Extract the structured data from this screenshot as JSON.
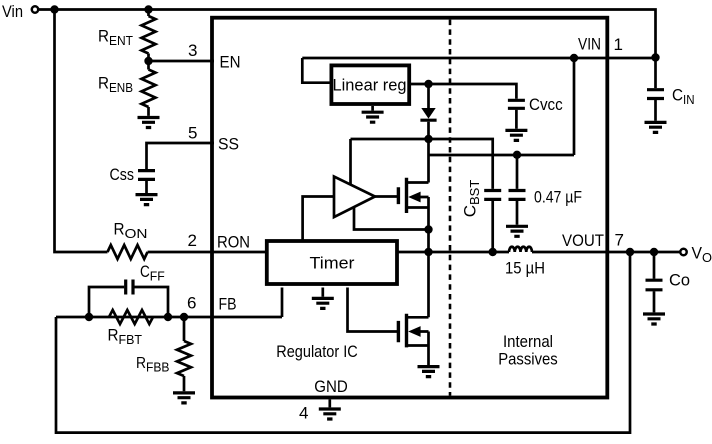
{
  "colors": {
    "ink": "#000000",
    "background": "#ffffff"
  },
  "terminals": {
    "vin": {
      "label": "Vin"
    },
    "vo": {
      "main": "V",
      "sub": "O"
    }
  },
  "ic": {
    "left_section_label": "Regulator IC",
    "right_section_label_line1": "Internal",
    "right_section_label_line2": "Passives"
  },
  "blocks": {
    "linear_reg": "Linear reg",
    "timer": "Timer"
  },
  "pins": {
    "en": {
      "num": "3",
      "name": "EN"
    },
    "ss": {
      "num": "5",
      "name": "SS"
    },
    "ron": {
      "num": "2",
      "name": "RON"
    },
    "fb": {
      "num": "6",
      "name": "FB"
    },
    "vin": {
      "num": "1",
      "name": "VIN"
    },
    "vout": {
      "num": "7",
      "name": "VOUT"
    },
    "gnd": {
      "num": "4",
      "name": "GND"
    }
  },
  "components": {
    "rent": {
      "main": "R",
      "sub": "ENT"
    },
    "renb": {
      "main": "R",
      "sub": "ENB"
    },
    "css": {
      "label": "Css"
    },
    "ron": {
      "main": "R",
      "sub": "ON"
    },
    "cff": {
      "main": "C",
      "sub": "FF"
    },
    "rfbt": {
      "main": "R",
      "sub": "FBT"
    },
    "rfbb": {
      "main": "R",
      "sub": "FBB"
    },
    "cvcc": {
      "label": "Cvcc"
    },
    "cbst": {
      "main": "C",
      "sub": "BST"
    },
    "cap_047": {
      "label": "0.47 µF"
    },
    "inductor": {
      "label": "15 µH"
    },
    "cin": {
      "main": "C",
      "sub": "IN"
    },
    "co": {
      "label": "Co"
    }
  }
}
